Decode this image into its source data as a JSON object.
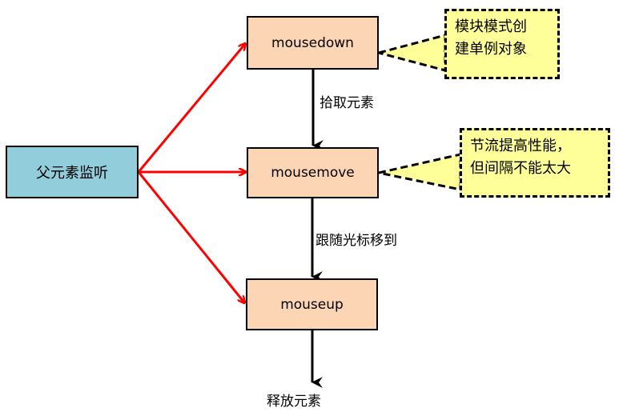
{
  "parent": {
    "label": "父元素监听"
  },
  "events": {
    "mousedown": "mousedown",
    "mousemove": "mousemove",
    "mouseup": "mouseup"
  },
  "notes": {
    "mousedown_note": [
      "模块模式创",
      "建单例对象"
    ],
    "mousemove_note": [
      "节流提高性能，",
      "但间隔不能太大"
    ]
  },
  "edge_labels": {
    "down_to_move": "拾取元素",
    "move_to_up": "跟随光标移到",
    "up_result": "释放元素"
  },
  "colors": {
    "parent_fill": "#92CDDC",
    "event_fill": "#FCD5B4",
    "note_fill": "#FFFF99",
    "listen_arrow": "#FF0000",
    "flow_arrow": "#000000"
  }
}
